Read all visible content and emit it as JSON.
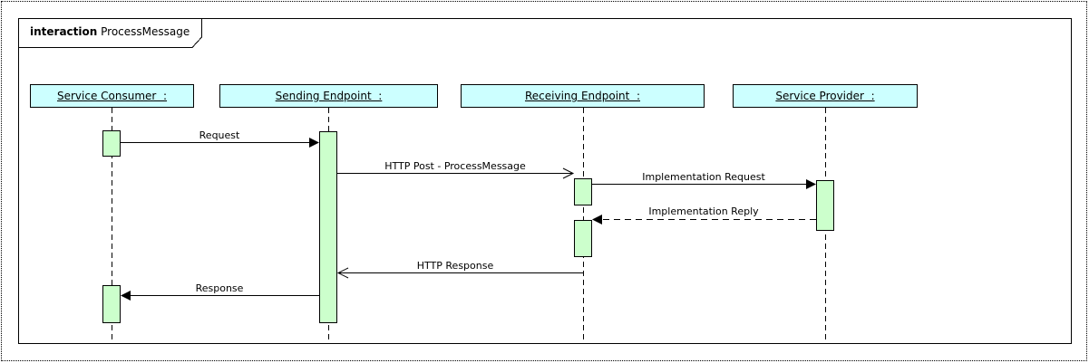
{
  "diagram": {
    "type": "uml-sequence-diagram",
    "frame": {
      "stereotype": "interaction",
      "name": "ProcessMessage"
    }
  },
  "lifelines": [
    {
      "label": "Service Consumer  :"
    },
    {
      "label": "Sending Endpoint  :"
    },
    {
      "label": "Receiving Endpoint  :"
    },
    {
      "label": "Service Provider  :"
    }
  ],
  "messages": [
    {
      "label": "Request",
      "from": "Service Consumer",
      "to": "Sending Endpoint",
      "kind": "sync-call",
      "line": "solid",
      "arrow": "filled"
    },
    {
      "label": "HTTP Post - ProcessMessage",
      "from": "Sending Endpoint",
      "to": "Receiving Endpoint",
      "kind": "async-call",
      "line": "solid",
      "arrow": "open"
    },
    {
      "label": "Implementation Request",
      "from": "Receiving Endpoint",
      "to": "Service Provider",
      "kind": "sync-call",
      "line": "solid",
      "arrow": "filled"
    },
    {
      "label": "Implementation Reply",
      "from": "Service Provider",
      "to": "Receiving Endpoint",
      "kind": "reply",
      "line": "dashed",
      "arrow": "filled"
    },
    {
      "label": "HTTP Response",
      "from": "Receiving Endpoint",
      "to": "Sending Endpoint",
      "kind": "async-call",
      "line": "solid",
      "arrow": "open"
    },
    {
      "label": "Response",
      "from": "Sending Endpoint",
      "to": "Service Consumer",
      "kind": "sync-call",
      "line": "solid",
      "arrow": "filled"
    }
  ],
  "colors": {
    "head_fill": "#ccffff",
    "activation_fill": "#ccffcc",
    "line": "#000000",
    "background": "#ffffff"
  }
}
